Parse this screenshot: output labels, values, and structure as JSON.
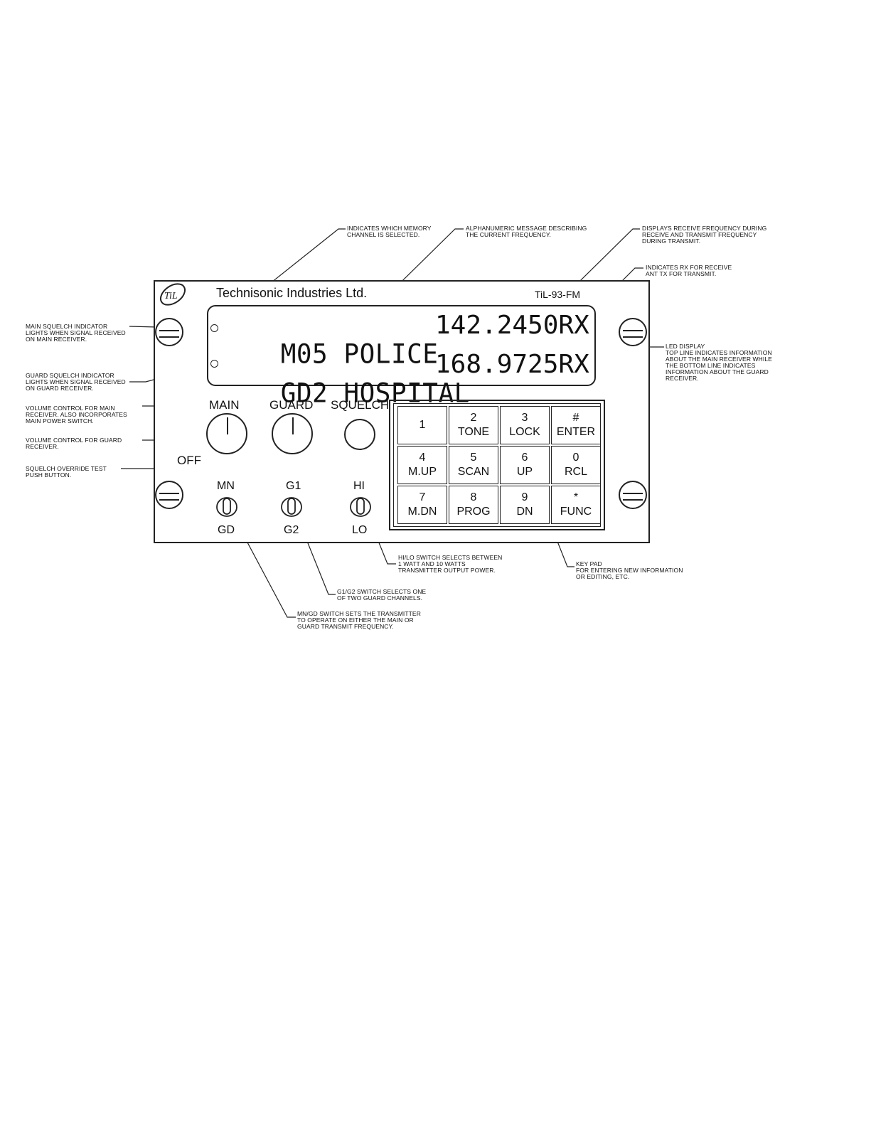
{
  "panel": {
    "brand": "Technisonic Industries Ltd.",
    "model": "TiL-93-FM",
    "logo_text": "TiL"
  },
  "display": {
    "line1": {
      "channel": "M05",
      "name": "POLICE",
      "frequency": "142.2450",
      "mode": "RX"
    },
    "line2": {
      "channel": "GD2",
      "name": "HOSPITAL",
      "frequency": "168.9725",
      "mode": "RX"
    }
  },
  "controls": {
    "main_label": "MAIN",
    "guard_label": "GUARD",
    "squelch_label": "SQUELCH",
    "off_label": "OFF",
    "switches": [
      {
        "top": "MN",
        "bottom": "GD"
      },
      {
        "top": "G1",
        "bottom": "G2"
      },
      {
        "top": "HI",
        "bottom": "LO"
      }
    ]
  },
  "keypad": [
    {
      "top": "1",
      "bottom": ""
    },
    {
      "top": "2",
      "bottom": "TONE"
    },
    {
      "top": "3",
      "bottom": "LOCK"
    },
    {
      "top": "#",
      "bottom": "ENTER"
    },
    {
      "top": "4",
      "bottom": "M.UP"
    },
    {
      "top": "5",
      "bottom": "SCAN"
    },
    {
      "top": "6",
      "bottom": "UP"
    },
    {
      "top": "0",
      "bottom": "RCL"
    },
    {
      "top": "7",
      "bottom": "M.DN"
    },
    {
      "top": "8",
      "bottom": "PROG"
    },
    {
      "top": "9",
      "bottom": "DN"
    },
    {
      "top": "*",
      "bottom": "FUNC"
    }
  ],
  "callouts": {
    "memory_channel": "INDICATES WHICH MEMORY\nCHANNEL IS SELECTED.",
    "alphanumeric": "ALPHANUMERIC MESSAGE DESCRIBING\nTHE CURRENT FREQUENCY.",
    "frequency": "DISPLAYS RECEIVE FREQUENCY DURING\nRECEIVE AND TRANSMIT FREQUENCY\nDURING TRANSMIT.",
    "rx_tx": "INDICATES RX FOR RECEIVE\nANT TX FOR TRANSMIT.",
    "main_squelch": "MAIN SQUELCH INDICATOR\nLIGHTS WHEN SIGNAL RECEIVED\nON MAIN RECEIVER.",
    "guard_squelch": "GUARD SQUELCH INDICATOR\nLIGHTS WHEN SIGNAL RECEIVED\nON GUARD RECEIVER.",
    "led_display": "LED DISPLAY\nTOP LINE INDICATES INFORMATION\nABOUT THE MAIN RECEIVER WHILE\nTHE BOTTOM LINE INDICATES\nINFORMATION ABOUT THE GUARD\nRECEIVER.",
    "main_volume": "VOLUME CONTROL FOR MAIN\nRECEIVER.  ALSO INCORPORATES\nMAIN POWER SWITCH.",
    "guard_volume": "VOLUME CONTROL FOR GUARD\nRECEIVER.",
    "squelch_test": "SQUELCH OVERRIDE TEST\nPUSH BUTTON.",
    "hilo": "HI/LO SWITCH SELECTS BETWEEN\n1 WATT AND 10 WATTS\nTRANSMITTER OUTPUT POWER.",
    "keypad": "KEY PAD\nFOR ENTERING NEW INFORMATION\nOR EDITING, ETC.",
    "g1g2": "G1/G2 SWITCH SELECTS ONE\nOF TWO GUARD CHANNELS.",
    "mngd": "MN/GD SWITCH SETS THE TRANSMITTER\nTO OPERATE ON EITHER THE MAIN OR\nGUARD TRANSMIT FREQUENCY."
  }
}
